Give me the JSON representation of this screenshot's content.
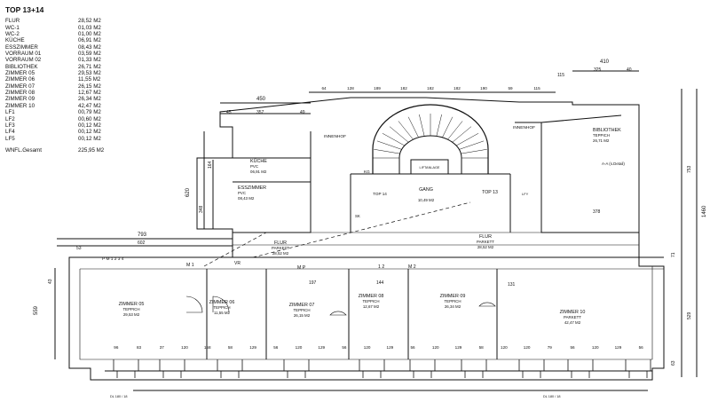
{
  "title": "TOP 13+14",
  "areas": [
    {
      "name": "FLUR",
      "area": "28,52 M2"
    },
    {
      "name": "WC-1",
      "area": "01,03 M2"
    },
    {
      "name": "WC-2",
      "area": "01,00 M2"
    },
    {
      "name": "KÜCHE",
      "area": "06,91 M2"
    },
    {
      "name": "ESSZIMMER",
      "area": "08,43 M2"
    },
    {
      "name": "VORRAUM 01",
      "area": "03,59 M2"
    },
    {
      "name": "VORRAUM 02",
      "area": "01,33 M2"
    },
    {
      "name": "BIBLIOTHEK",
      "area": "26,71 M2"
    },
    {
      "name": "ZIMMER 05",
      "area": "29,53 M2"
    },
    {
      "name": "ZIMMER 06",
      "area": "11,55 M2"
    },
    {
      "name": "ZIMMER 07",
      "area": "26,15 M2"
    },
    {
      "name": "ZIMMER 08",
      "area": "12,67 M2"
    },
    {
      "name": "ZIMMER 09",
      "area": "26,34 M2"
    },
    {
      "name": "ZIMMER 10",
      "area": "42,47 M2"
    },
    {
      "name": "LF1",
      "area": "00,79 M2"
    },
    {
      "name": "LF2",
      "area": "00,60 M2"
    },
    {
      "name": "LF3",
      "area": "00,12 M2"
    },
    {
      "name": "LF4",
      "area": "00,12 M2"
    },
    {
      "name": "LF5",
      "area": "00,12 M2"
    }
  ],
  "total": {
    "label": "WNFL.Gesamt",
    "value": "225,95 M2"
  },
  "plan": {
    "rooms": {
      "z05": {
        "name": "ZIMMER 05",
        "floor": "TEPPICH",
        "area": "29,53 M2"
      },
      "z06": {
        "name": "ZIMMER 06",
        "floor": "TEPPICH",
        "area": "11,55 M2"
      },
      "z07": {
        "name": "ZIMMER 07",
        "floor": "TEPPICH",
        "area": "26,15 M2"
      },
      "z08": {
        "name": "ZIMMER 08",
        "floor": "TEPPICH",
        "area": "12,67 M2"
      },
      "z09": {
        "name": "ZIMMER 09",
        "floor": "TEPPICH",
        "area": "26,34 M2"
      },
      "z10": {
        "name": "ZIMMER 10",
        "floor": "PARKETT",
        "area": "42,47 M2"
      },
      "kueche": {
        "name": "KÜCHE",
        "floor": "PVC",
        "area": "06,91 M2"
      },
      "ess": {
        "name": "ESSZIMMER",
        "floor": "PVC",
        "area": "08,43 M2"
      },
      "biblio": {
        "name": "BIBLIOTHEK",
        "floor": "TEPPICH",
        "area": "26,71 M2"
      },
      "flur1": {
        "name": "FLUR",
        "floor": "PARKETT",
        "area": "28,52 M2"
      },
      "flur2": {
        "name": "FLUR",
        "floor": "PARKETT",
        "area": "28,52 M2"
      },
      "gang": {
        "name": "GANG",
        "area": "10,49 M2"
      },
      "top13": {
        "name": "TOP 13"
      },
      "top14": {
        "name": "TOP 14"
      },
      "lift": {
        "name": "LIFTANLAGE"
      },
      "kg": {
        "name": "KG"
      },
      "lfy": {
        "name": "LFY"
      },
      "sk": {
        "name": "SK"
      },
      "vr": {
        "name": "VR"
      }
    },
    "labels": {
      "innenhof1": "INNENHOF",
      "innenhof2": "INNENHOF",
      "aa": "A-A (s.Detail)",
      "mp": "M P",
      "m1": "M 1",
      "m2": "M 2",
      "m12": "1   2",
      "pm": "P M   1 2 3 4",
      "dl": "DL 180 / 18"
    },
    "dims": {
      "d450": "450",
      "d357": "357",
      "d45": "45",
      "d49": "49",
      "d410": "410",
      "d325": "325",
      "d40": "40",
      "d115": "115",
      "d793": "793",
      "d602": "602",
      "d53": "53",
      "d620": "620",
      "d348": "348",
      "d164": "164",
      "d1460": "1460",
      "d753": "753",
      "d529": "529",
      "d71": "71",
      "d63": "63",
      "d559": "559",
      "d43": "43",
      "d378": "378",
      "d197": "197",
      "d144": "144",
      "d131": "131",
      "top": [
        "64",
        "128",
        "189",
        "182",
        "182",
        "182",
        "190",
        "59",
        "115"
      ],
      "bot": [
        "96",
        "83",
        "37",
        "120",
        "158",
        "58",
        "129",
        "56",
        "120",
        "129",
        "56",
        "120",
        "129",
        "56",
        "120",
        "129",
        "58",
        "120",
        "120",
        "79",
        "56",
        "120",
        "129",
        "56"
      ]
    }
  }
}
